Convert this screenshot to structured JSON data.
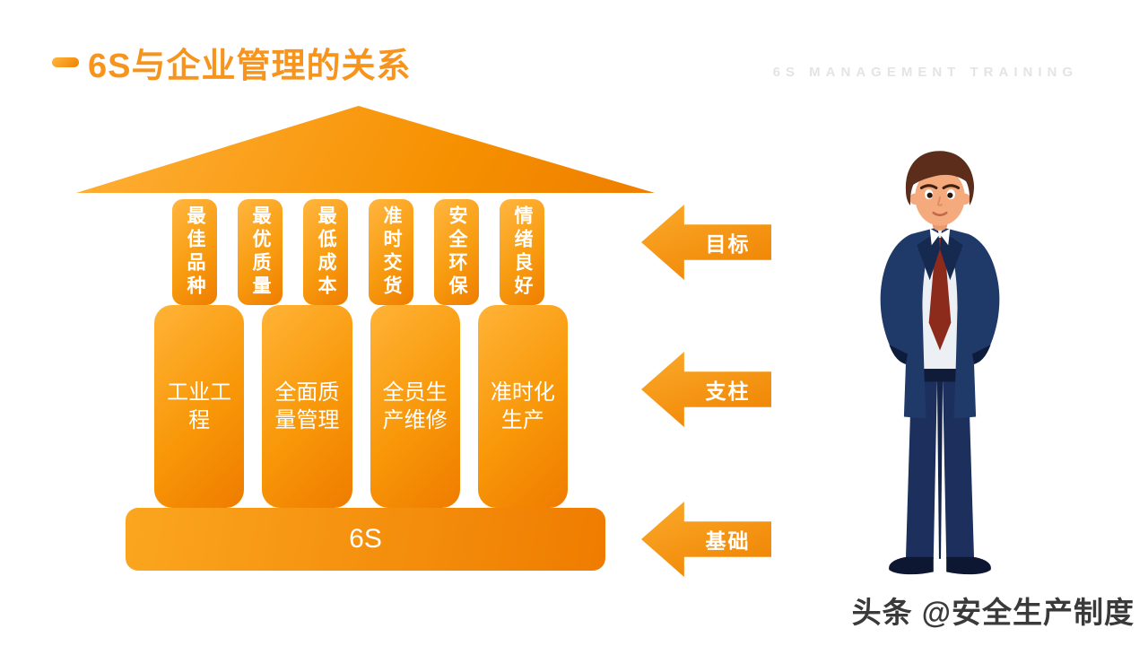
{
  "header": {
    "title": "6S与企业管理的关系",
    "caption": "6S MANAGEMENT TRAINING"
  },
  "temple": {
    "top_blocks": [
      "最佳品种",
      "最优质量",
      "最低成本",
      "准时交货",
      "安全环保",
      "情绪良好"
    ],
    "pillars": [
      "工业工程",
      "全面质量管理",
      "全员生产维修",
      "准时化生产"
    ],
    "base_label": "6S"
  },
  "arrows": [
    {
      "label": "目标"
    },
    {
      "label": "支柱"
    },
    {
      "label": "基础"
    }
  ],
  "illustration": "businessman-cartoon",
  "watermark": "头条 @安全生产制度",
  "colors": {
    "accent_light": "#FFB640",
    "accent": "#F8941E",
    "accent_dark": "#EF7C00",
    "caption_gray": "#E4E4E4",
    "watermark_text": "#3A3A3A",
    "suit_navy": "#1F3A69",
    "lapel_navy": "#16294F",
    "tie_red": "#8C2A1B",
    "skin": "#F4AA7D",
    "hair_brown": "#5B2D1A"
  }
}
